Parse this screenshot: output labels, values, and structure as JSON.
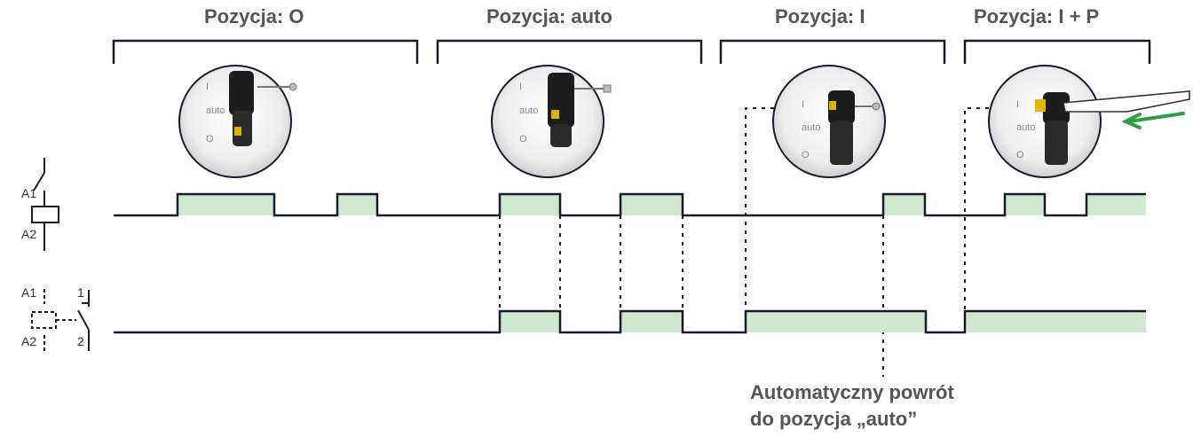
{
  "doc_id": "DB123607",
  "positions": [
    {
      "title": "Pozycja: O",
      "dial_marks": [
        "I",
        "auto",
        "O"
      ]
    },
    {
      "title": "Pozycja: auto",
      "dial_marks": [
        "I",
        "auto",
        "O"
      ]
    },
    {
      "title": "Pozycja: I",
      "dial_marks": [
        "I",
        "auto",
        "O"
      ]
    },
    {
      "title": "Pozycja: I + P",
      "dial_marks": [
        "I",
        "auto",
        "O"
      ]
    }
  ],
  "coil": {
    "terminal_top": "A1",
    "terminal_bottom": "A2"
  },
  "contact": {
    "coil_top": "A1",
    "coil_bottom": "A2",
    "contact_top": "1",
    "contact_bottom": "2"
  },
  "annotation": {
    "line1": "Automatyczny powrót",
    "line2": "do pozycja „auto”"
  },
  "colors": {
    "signal_fill": "#cfe8d0",
    "line": "#1a1a2e",
    "arrow": "#2e9e44",
    "header_text": "#555555"
  }
}
